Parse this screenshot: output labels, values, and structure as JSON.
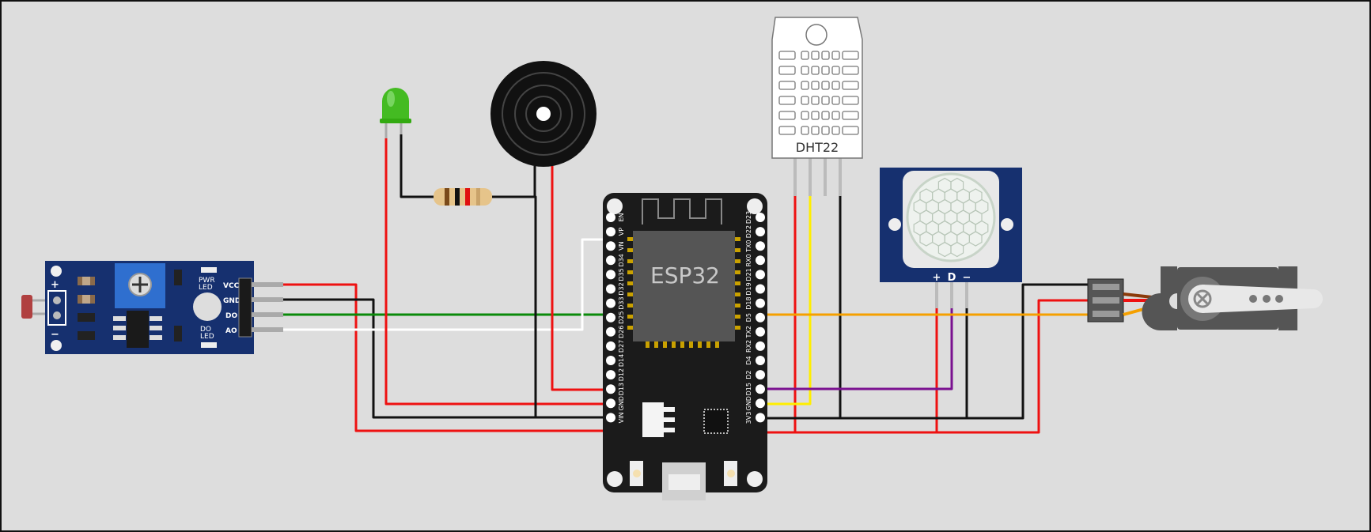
{
  "esp32": {
    "chip_label": "ESP32",
    "left_pins": [
      "EN",
      "VP",
      "VN",
      "D34",
      "D35",
      "D32",
      "D33",
      "D25",
      "D26",
      "D27",
      "D14",
      "D12",
      "D13",
      "GND",
      "VIN"
    ],
    "right_pins": [
      "D23",
      "D22",
      "TX0",
      "RX0",
      "D21",
      "D19",
      "D18",
      "D5",
      "TX2",
      "RX2",
      "D4",
      "D2",
      "D15",
      "GND",
      "3V3"
    ]
  },
  "dht22": {
    "label": "DHT22"
  },
  "ldr_module": {
    "pins": [
      "VCC",
      "GND",
      "DO",
      "AO"
    ],
    "pwr_led_label": [
      "PWR",
      "LED"
    ],
    "do_led_label": [
      "DO",
      "LED"
    ],
    "plus_sign": "+",
    "minus_sign": "−"
  },
  "pir": {
    "pins": [
      "+",
      "D",
      "−"
    ]
  },
  "colors": {
    "background": "#dddddd",
    "board": "#1b1b1b",
    "module_blue": "#16306f",
    "wire_red": "#ee1111",
    "wire_black": "#111111",
    "wire_green": "#0a8a0a",
    "wire_white": "#ffffff",
    "wire_orange": "#f5a000",
    "wire_yellow": "#ffee00",
    "wire_purple": "#7a1190",
    "led_green": "#44bb22"
  }
}
